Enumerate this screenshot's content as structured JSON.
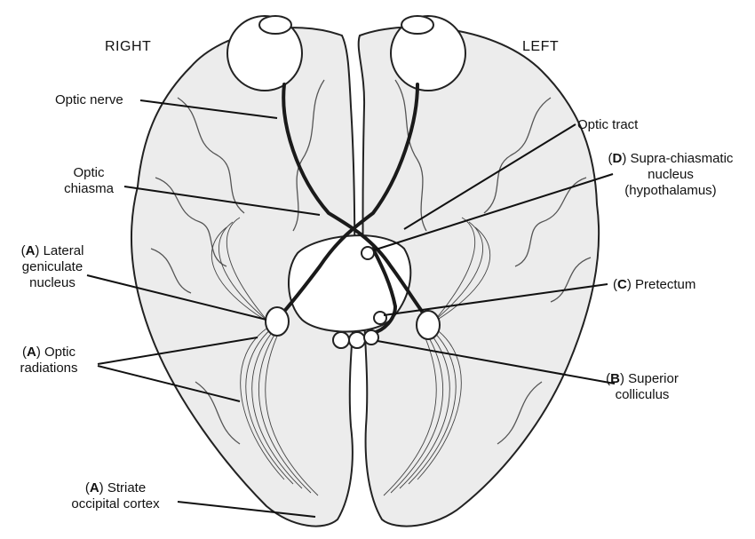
{
  "headers": {
    "right": "RIGHT",
    "left": "LEFT"
  },
  "labels": {
    "optic_nerve": "Optic nerve",
    "optic_chiasma_1": "Optic",
    "optic_chiasma_2": "chiasma",
    "optic_tract": "Optic tract",
    "scn_letter": "D",
    "scn_1": ") Supra-chiasmatic",
    "scn_2": "nucleus",
    "scn_3": "(hypothalamus)",
    "lgn_letter": "A",
    "lgn_1": ") Lateral",
    "lgn_2": "geniculate",
    "lgn_3": "nucleus",
    "pretectum_letter": "C",
    "pretectum": ") Pretectum",
    "radiations_letter": "A",
    "radiations_1": ") Optic",
    "radiations_2": "radiations",
    "colliculus_letter": "B",
    "colliculus_1": ") Superior",
    "colliculus_2": "colliculus",
    "striate_letter": "A",
    "striate_1": ") Striate",
    "striate_2": "occipital cortex"
  },
  "colors": {
    "brain_fill": "#ececec",
    "outline": "#222222",
    "pathway": "#1a1a1a",
    "fiber": "#444444"
  }
}
